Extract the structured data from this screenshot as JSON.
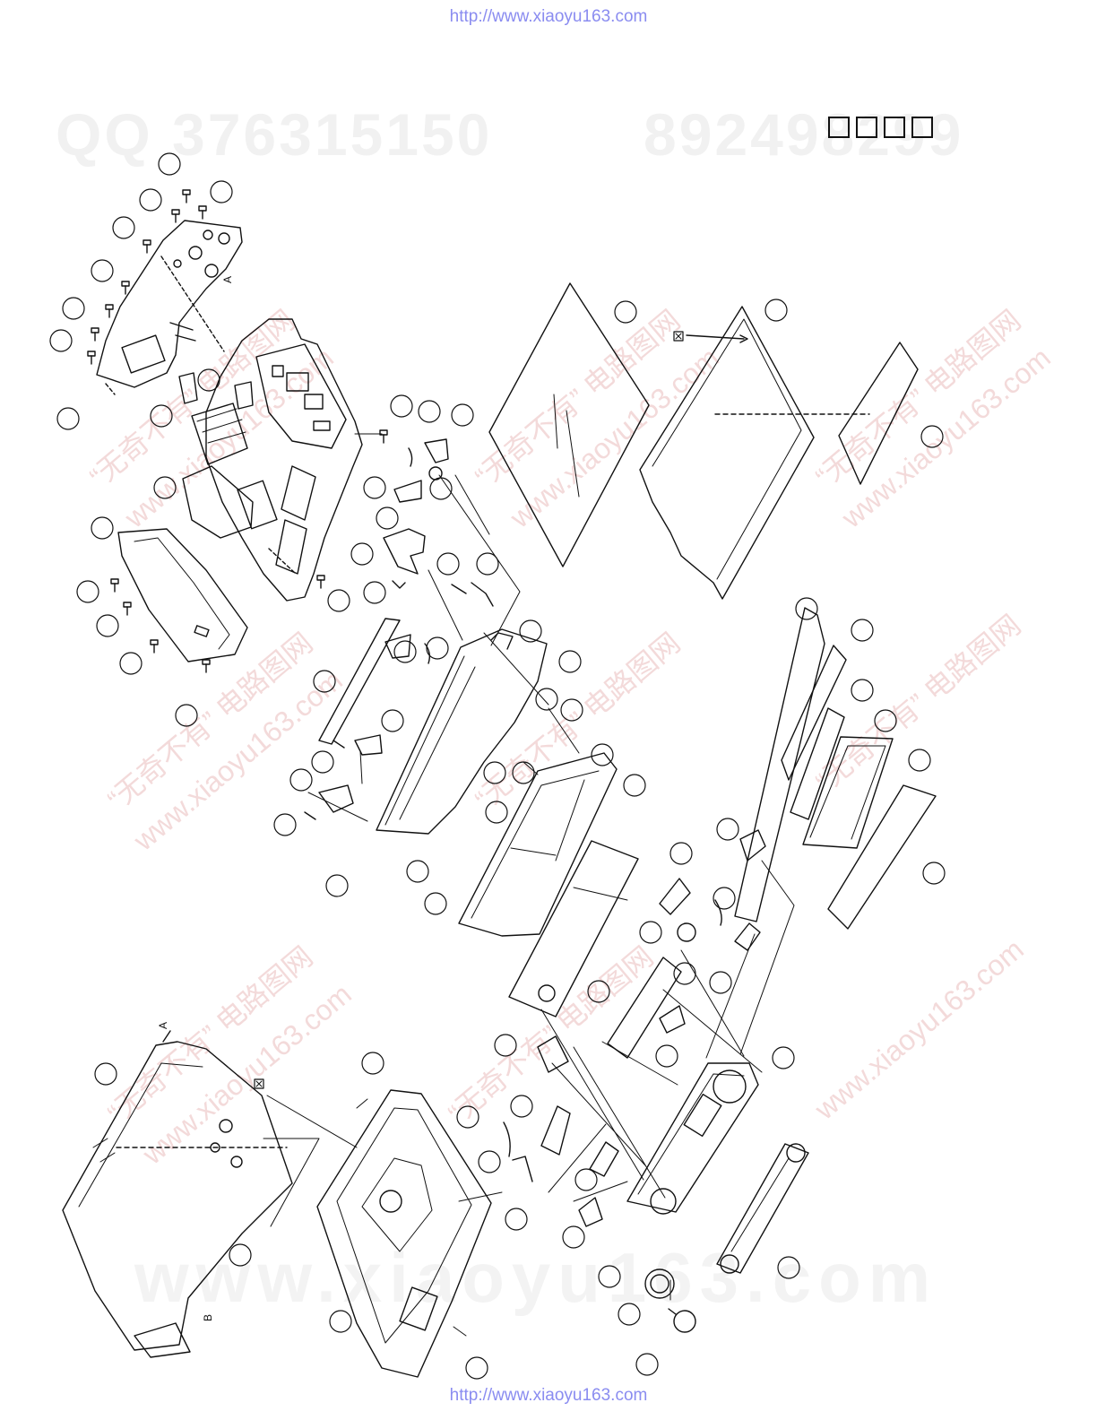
{
  "page": {
    "url_top": "http://www.xiaoyu163.com",
    "url_bottom": "http://www.xiaoyu163.com",
    "title_box_count": 4
  },
  "watermarks": {
    "qq": "QQ 376315150",
    "number": "892498299",
    "bottom": "www.xiaoyu163.com",
    "diagonal_cn": "“无奇不有” 电路图网",
    "diagonal_url": "www.xiaoyu163.com"
  },
  "reference_marks": {
    "a": "A",
    "b": "B"
  },
  "colors": {
    "line": "#111111",
    "url": "#8a8cf0",
    "watermark": "#f1f1f1",
    "watermark_red": "#f3dada"
  }
}
